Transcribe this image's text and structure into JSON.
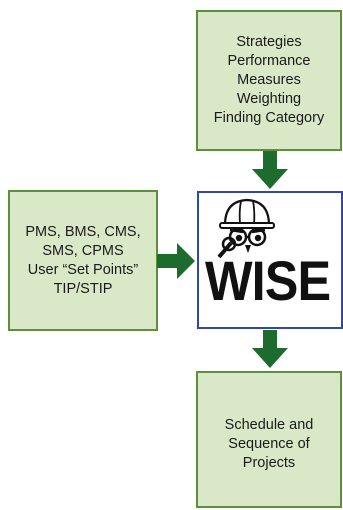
{
  "diagram": {
    "top_box": {
      "lines": [
        "Strategies",
        "Performance",
        "Measures",
        "Weighting",
        "Finding Category"
      ]
    },
    "left_box": {
      "lines": [
        "PMS, BMS, CMS,",
        "SMS, CPMS",
        "User “Set Points”",
        "TIP/STIP"
      ]
    },
    "center_logo": {
      "text": "WISE"
    },
    "bottom_box": {
      "lines": [
        "Schedule and",
        "Sequence of",
        "Projects"
      ]
    }
  },
  "colors": {
    "box_fill": "#d9e9c8",
    "box_border": "#5e8f3a",
    "arrow": "#1e6b2e",
    "logo_border": "#3347a8"
  }
}
